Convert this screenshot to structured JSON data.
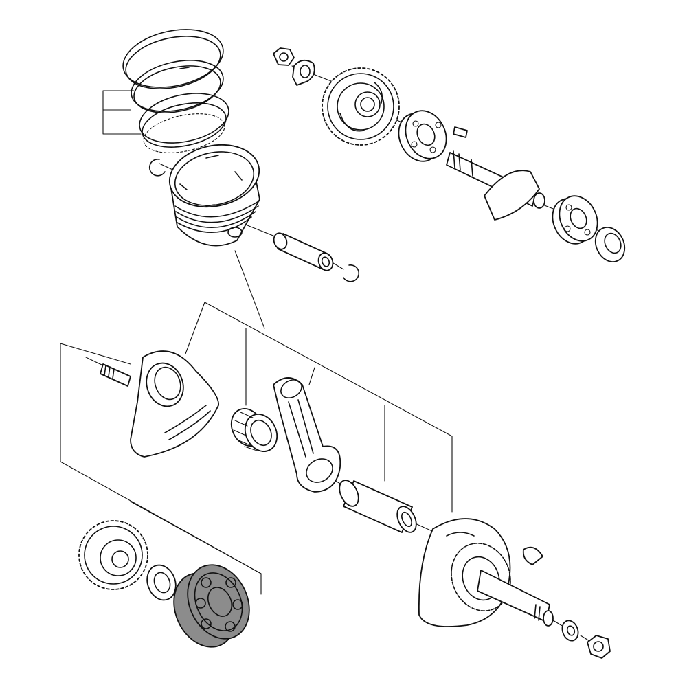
{
  "diagram": {
    "colors": {
      "line": "#111111",
      "background": "#ffffff",
      "highlight": "#8c8c8c"
    },
    "highlighted_part": "crankshaft-main-bearing-left",
    "parts": [
      "piston-rings",
      "piston",
      "piston-pin",
      "piston-pin-clip-left",
      "piston-pin-clip-right",
      "nut-top",
      "lock-washer",
      "balancer-drive-gear",
      "balancer-bearing-left",
      "balancer-shaft",
      "woodruff-key-top",
      "balancer-bearing-right",
      "oil-seal",
      "crank-web-left",
      "connecting-rod",
      "needle-bearing",
      "crank-pin",
      "crank-web-right",
      "woodruff-key-bottom",
      "primary-drive-gear",
      "spacer-washer",
      "crankshaft-main-bearing-left",
      "washer-bottom",
      "nut-bottom"
    ]
  }
}
